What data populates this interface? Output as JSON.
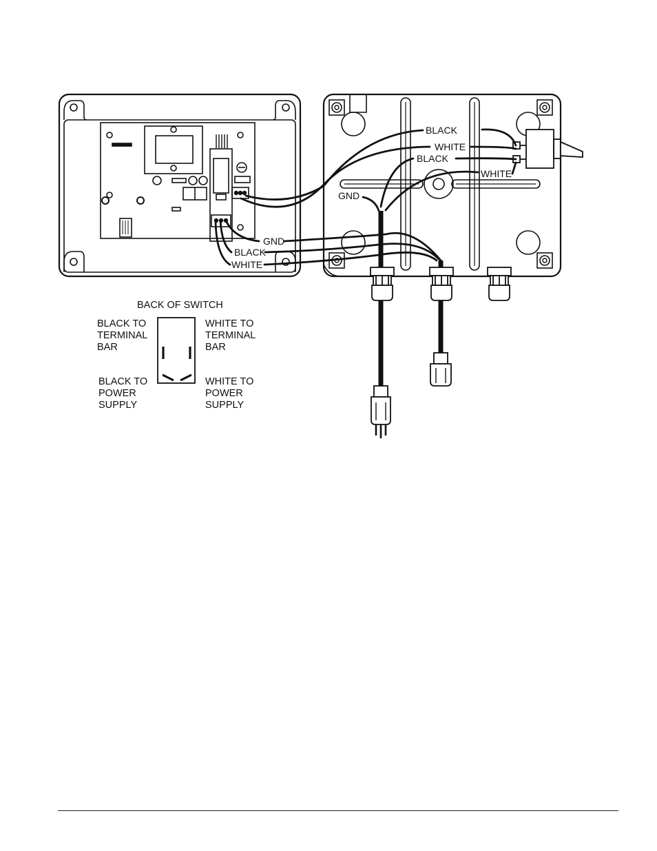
{
  "wire_labels": {
    "black_top": "BLACK",
    "white_top": "WHITE",
    "black_mid": "BLACK",
    "white_mid": "WHITE",
    "gnd_right": "GND",
    "gnd_left": "GND",
    "black_left": "BLACK",
    "white_left": "WHITE"
  },
  "switch_back": {
    "title": "BACK OF SWITCH",
    "top_left": [
      "BLACK TO",
      "TERMINAL",
      "BAR"
    ],
    "top_right": [
      "WHITE TO",
      "TERMINAL",
      "BAR"
    ],
    "bottom_left": [
      "BLACK TO",
      "POWER",
      "SUPPLY"
    ],
    "bottom_right": [
      "WHITE TO",
      "POWER",
      "SUPPLY"
    ]
  }
}
